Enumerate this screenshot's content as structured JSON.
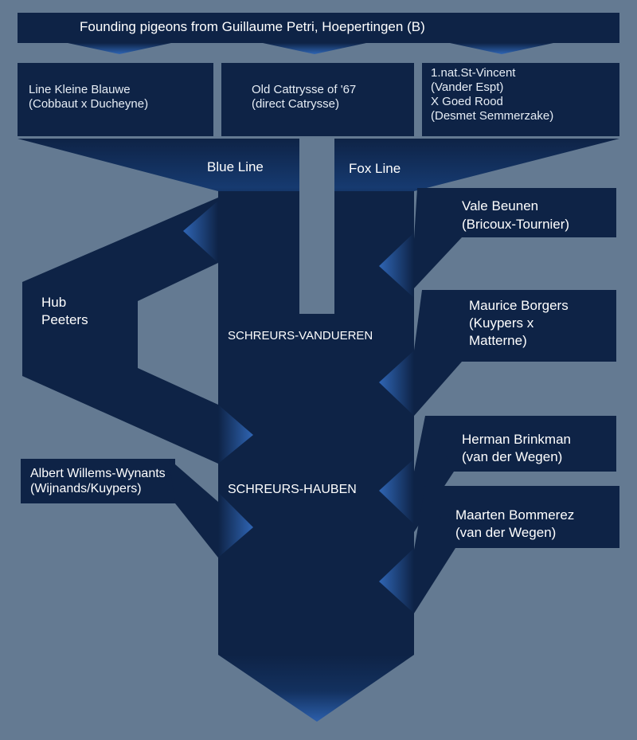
{
  "header": {
    "title": "Founding pigeons from Guillaume Petri, Hoepertingen (B)"
  },
  "founders": [
    {
      "line1": "Line Kleine Blauwe",
      "line2": "(Cobbaut x Ducheyne)"
    },
    {
      "line1": "Old Cattrysse of '67",
      "line2": "(direct Catrysse)"
    },
    {
      "line1": "1.nat.St-Vincent",
      "line2": "(Vander Espt)",
      "line3": "X Goed Rood",
      "line4": "(Desmet Semmerzake)"
    }
  ],
  "lines": {
    "blue": "Blue Line",
    "fox": "Fox Line"
  },
  "left_inputs": [
    {
      "line1": "Hub",
      "line2": "Peeters"
    },
    {
      "line1": "Albert Willems-Wynants",
      "line2": "(Wijnands/Kuypers)"
    }
  ],
  "right_inputs": [
    {
      "line1": "Vale Beunen",
      "line2": "(Bricoux-Tournier)"
    },
    {
      "line1": "Maurice Borgers",
      "line2": "(Kuypers x",
      "line3": "Matterne)"
    },
    {
      "line1": "Herman Brinkman",
      "line2": "(van der Wegen)"
    },
    {
      "line1": "Maarten Bommerez",
      "line2": "(van der Wegen)"
    }
  ],
  "stages": {
    "first": "SCHREURS-VANDUEREN",
    "second": "SCHREURS-HAUBEN"
  },
  "colors": {
    "background": "#647a92",
    "navy": "#0e2346",
    "arrow_glow": "#2f65b4"
  }
}
